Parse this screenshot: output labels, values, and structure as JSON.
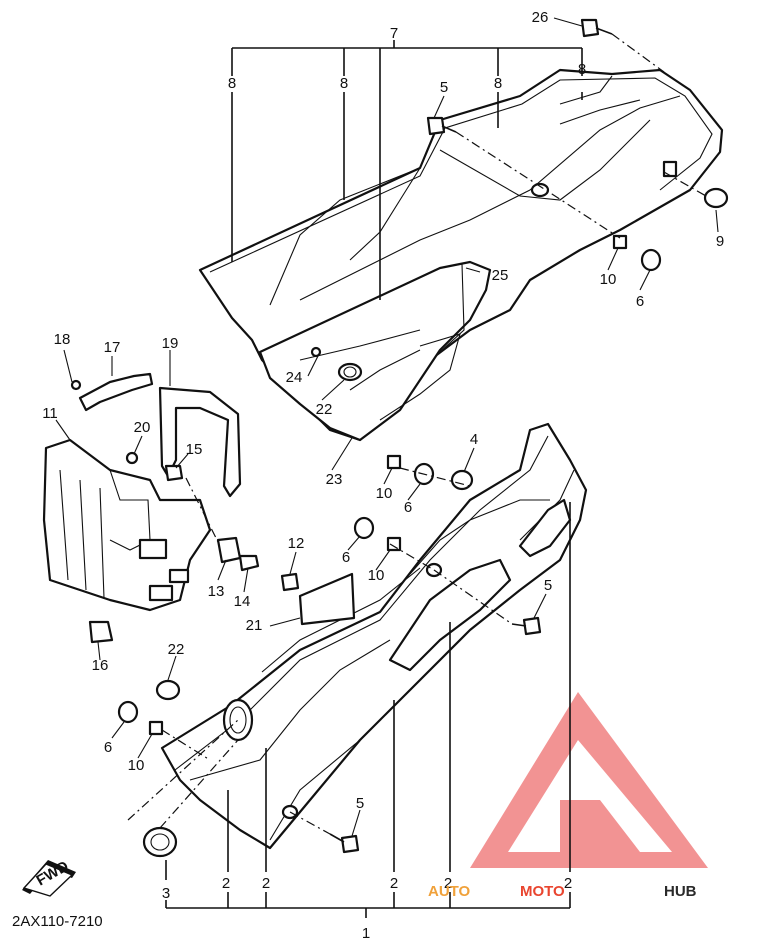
{
  "diagram": {
    "catalog_code": "2AX110-7210",
    "fwd_label": "FWD",
    "watermark": {
      "text_a": "AUTO",
      "text_b": "MOTO",
      "text_c": "HUB",
      "color_a": "#f0a13a",
      "color_b": "#e9452f",
      "color_c": "#2a2a2a",
      "logo_color": "#f08080"
    },
    "callouts": [
      "1",
      "2",
      "2",
      "2",
      "2",
      "2",
      "3",
      "4",
      "5",
      "5",
      "5",
      "6",
      "6",
      "6",
      "6",
      "7",
      "8",
      "8",
      "8",
      "8",
      "9",
      "10",
      "10",
      "10",
      "10",
      "11",
      "12",
      "13",
      "14",
      "15",
      "16",
      "17",
      "18",
      "19",
      "20",
      "21",
      "22",
      "22",
      "23",
      "24",
      "25",
      "26"
    ]
  }
}
